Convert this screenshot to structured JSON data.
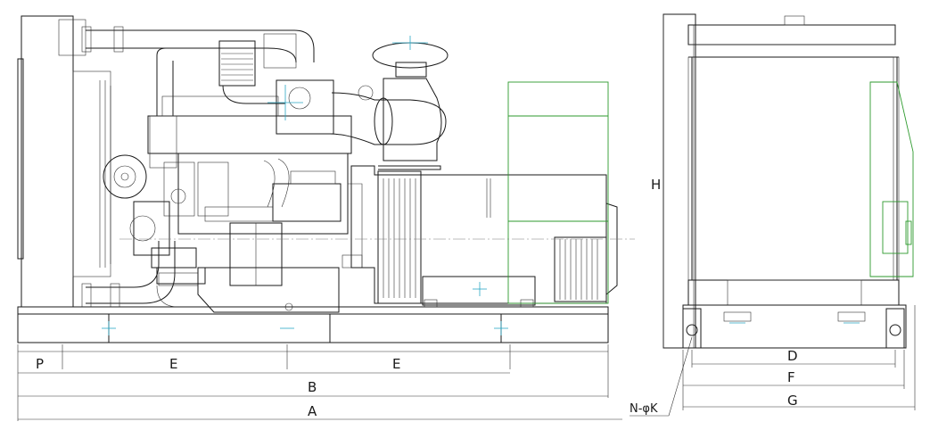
{
  "labels": {
    "P": "P",
    "E1": "E",
    "E2": "E",
    "B": "B",
    "A": "A",
    "H": "H",
    "D": "D",
    "F": "F",
    "G": "G",
    "NK": "N-φK"
  }
}
